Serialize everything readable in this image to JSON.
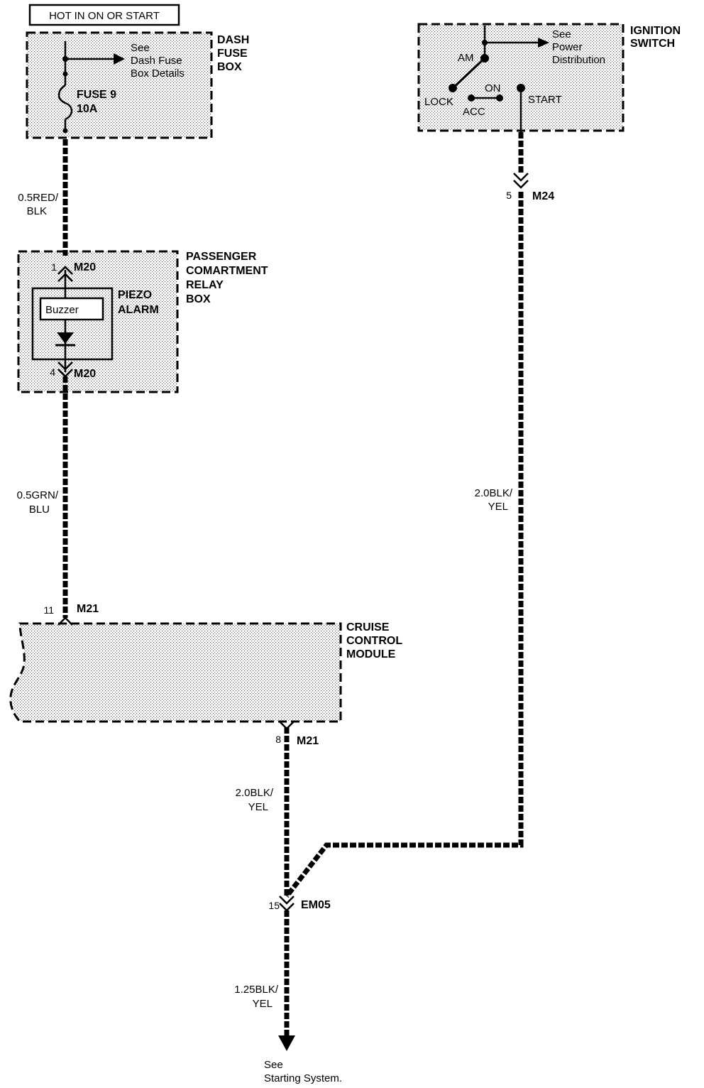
{
  "header": {
    "hot_label": "HOT IN ON OR START"
  },
  "dash_fuse_box": {
    "title": [
      "DASH",
      "FUSE",
      "BOX"
    ],
    "ref": [
      "See",
      "Dash Fuse",
      "Box Details"
    ],
    "fuse_name": "FUSE 9",
    "fuse_rating": "10A"
  },
  "ignition_switch": {
    "title": [
      "IGNITION",
      "SWITCH"
    ],
    "ref": [
      "See",
      "Power",
      "Distribution"
    ],
    "positions": {
      "am": "AM",
      "lock": "LOCK",
      "acc": "ACC",
      "on": "ON",
      "start": "START"
    }
  },
  "wires": {
    "w1": [
      "0.5RED/",
      "BLK"
    ],
    "w2": [
      "0.5GRN/",
      "BLU"
    ],
    "w3": [
      "2.0BLK/",
      "YEL"
    ],
    "w4": [
      "2.0BLK/",
      "YEL"
    ],
    "w5": [
      "1.25BLK/",
      "YEL"
    ]
  },
  "connectors": {
    "c1": {
      "pin": "1",
      "name": "M20"
    },
    "c2": {
      "pin": "4",
      "name": "M20"
    },
    "c3": {
      "pin": "11",
      "name": "M21"
    },
    "c4": {
      "pin": "8",
      "name": "M21"
    },
    "c5": {
      "pin": "5",
      "name": "M24"
    },
    "c6": {
      "pin": "15",
      "name": "EM05"
    }
  },
  "relay_box": {
    "title": [
      "PASSENGER",
      "COMARTMENT",
      "RELAY",
      "BOX"
    ],
    "alarm_title": [
      "PIEZO",
      "ALARM"
    ],
    "buzzer": "Buzzer"
  },
  "cruise_module": {
    "title": [
      "CRUISE",
      "CONTROL",
      "MODULE"
    ]
  },
  "footer_ref": [
    "See",
    "Starting System."
  ]
}
